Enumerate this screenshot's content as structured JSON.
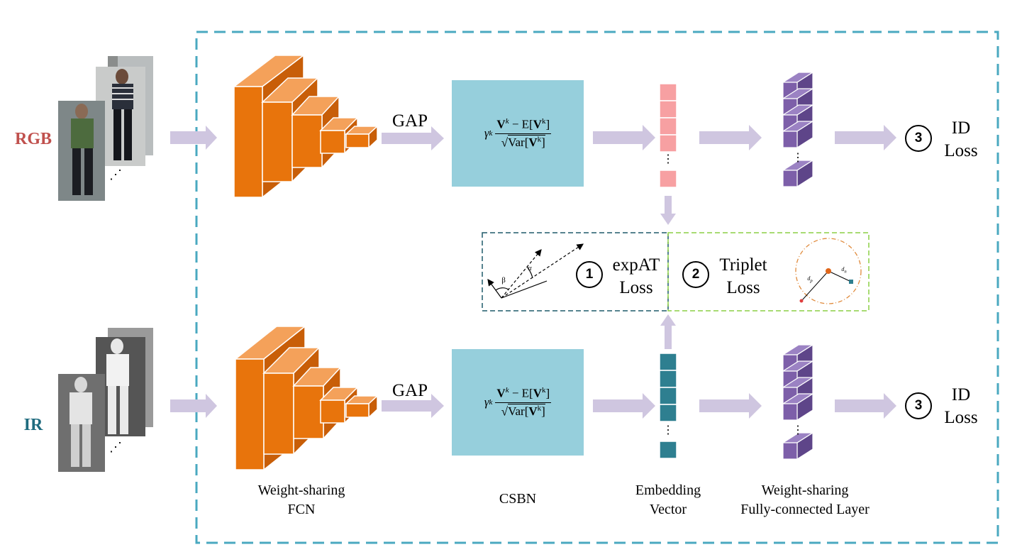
{
  "modalities": {
    "rgb": {
      "label": "RGB",
      "color": "#c0504d"
    },
    "ir": {
      "label": "IR",
      "color": "#1f6b7e"
    }
  },
  "gap_label": "GAP",
  "csbn_formula": {
    "gamma": "γ",
    "gamma_sup": "k",
    "numerator_v": "V",
    "numerator_sup": "k",
    "numerator_rest": " − E[",
    "numerator_close": "]",
    "denominator_prefix": "Var[",
    "denominator_close": "]"
  },
  "losses": {
    "id_loss": {
      "number": "3",
      "line1": "ID",
      "line2": "Loss"
    },
    "expat_loss": {
      "number": "1",
      "line1": "expAT",
      "line2": "Loss"
    },
    "triplet_loss": {
      "number": "2",
      "line1": "Triplet",
      "line2": "Loss"
    }
  },
  "angle_labels": {
    "beta": "β",
    "alpha": "α"
  },
  "distance_labels": {
    "dp": "d",
    "dp_sub": "p",
    "dn": "d",
    "dn_sub": "n"
  },
  "ellipsis": "⋮",
  "images_ellipsis": "⋰",
  "captions": {
    "fcn": {
      "line1": "Weight-sharing",
      "line2": "FCN"
    },
    "csbn": "CSBN",
    "embedding": {
      "line1": "Embedding",
      "line2": "Vector"
    },
    "fc": {
      "line1": "Weight-sharing",
      "line2": "Fully-connected Layer"
    }
  },
  "colors": {
    "frame": "#4aa9c0",
    "arrow": "#cfc6e0",
    "cnn_face": "#e8740c",
    "cnn_top": "#f4a15a",
    "csbn_box": "#96cfdc",
    "rgb_embedding": "#f7a0a2",
    "ir_embedding": "#2e7f90",
    "fc_cube": "#7d5fa9",
    "expat_border": "#1f5a6a",
    "triplet_border": "#8ccf45"
  }
}
